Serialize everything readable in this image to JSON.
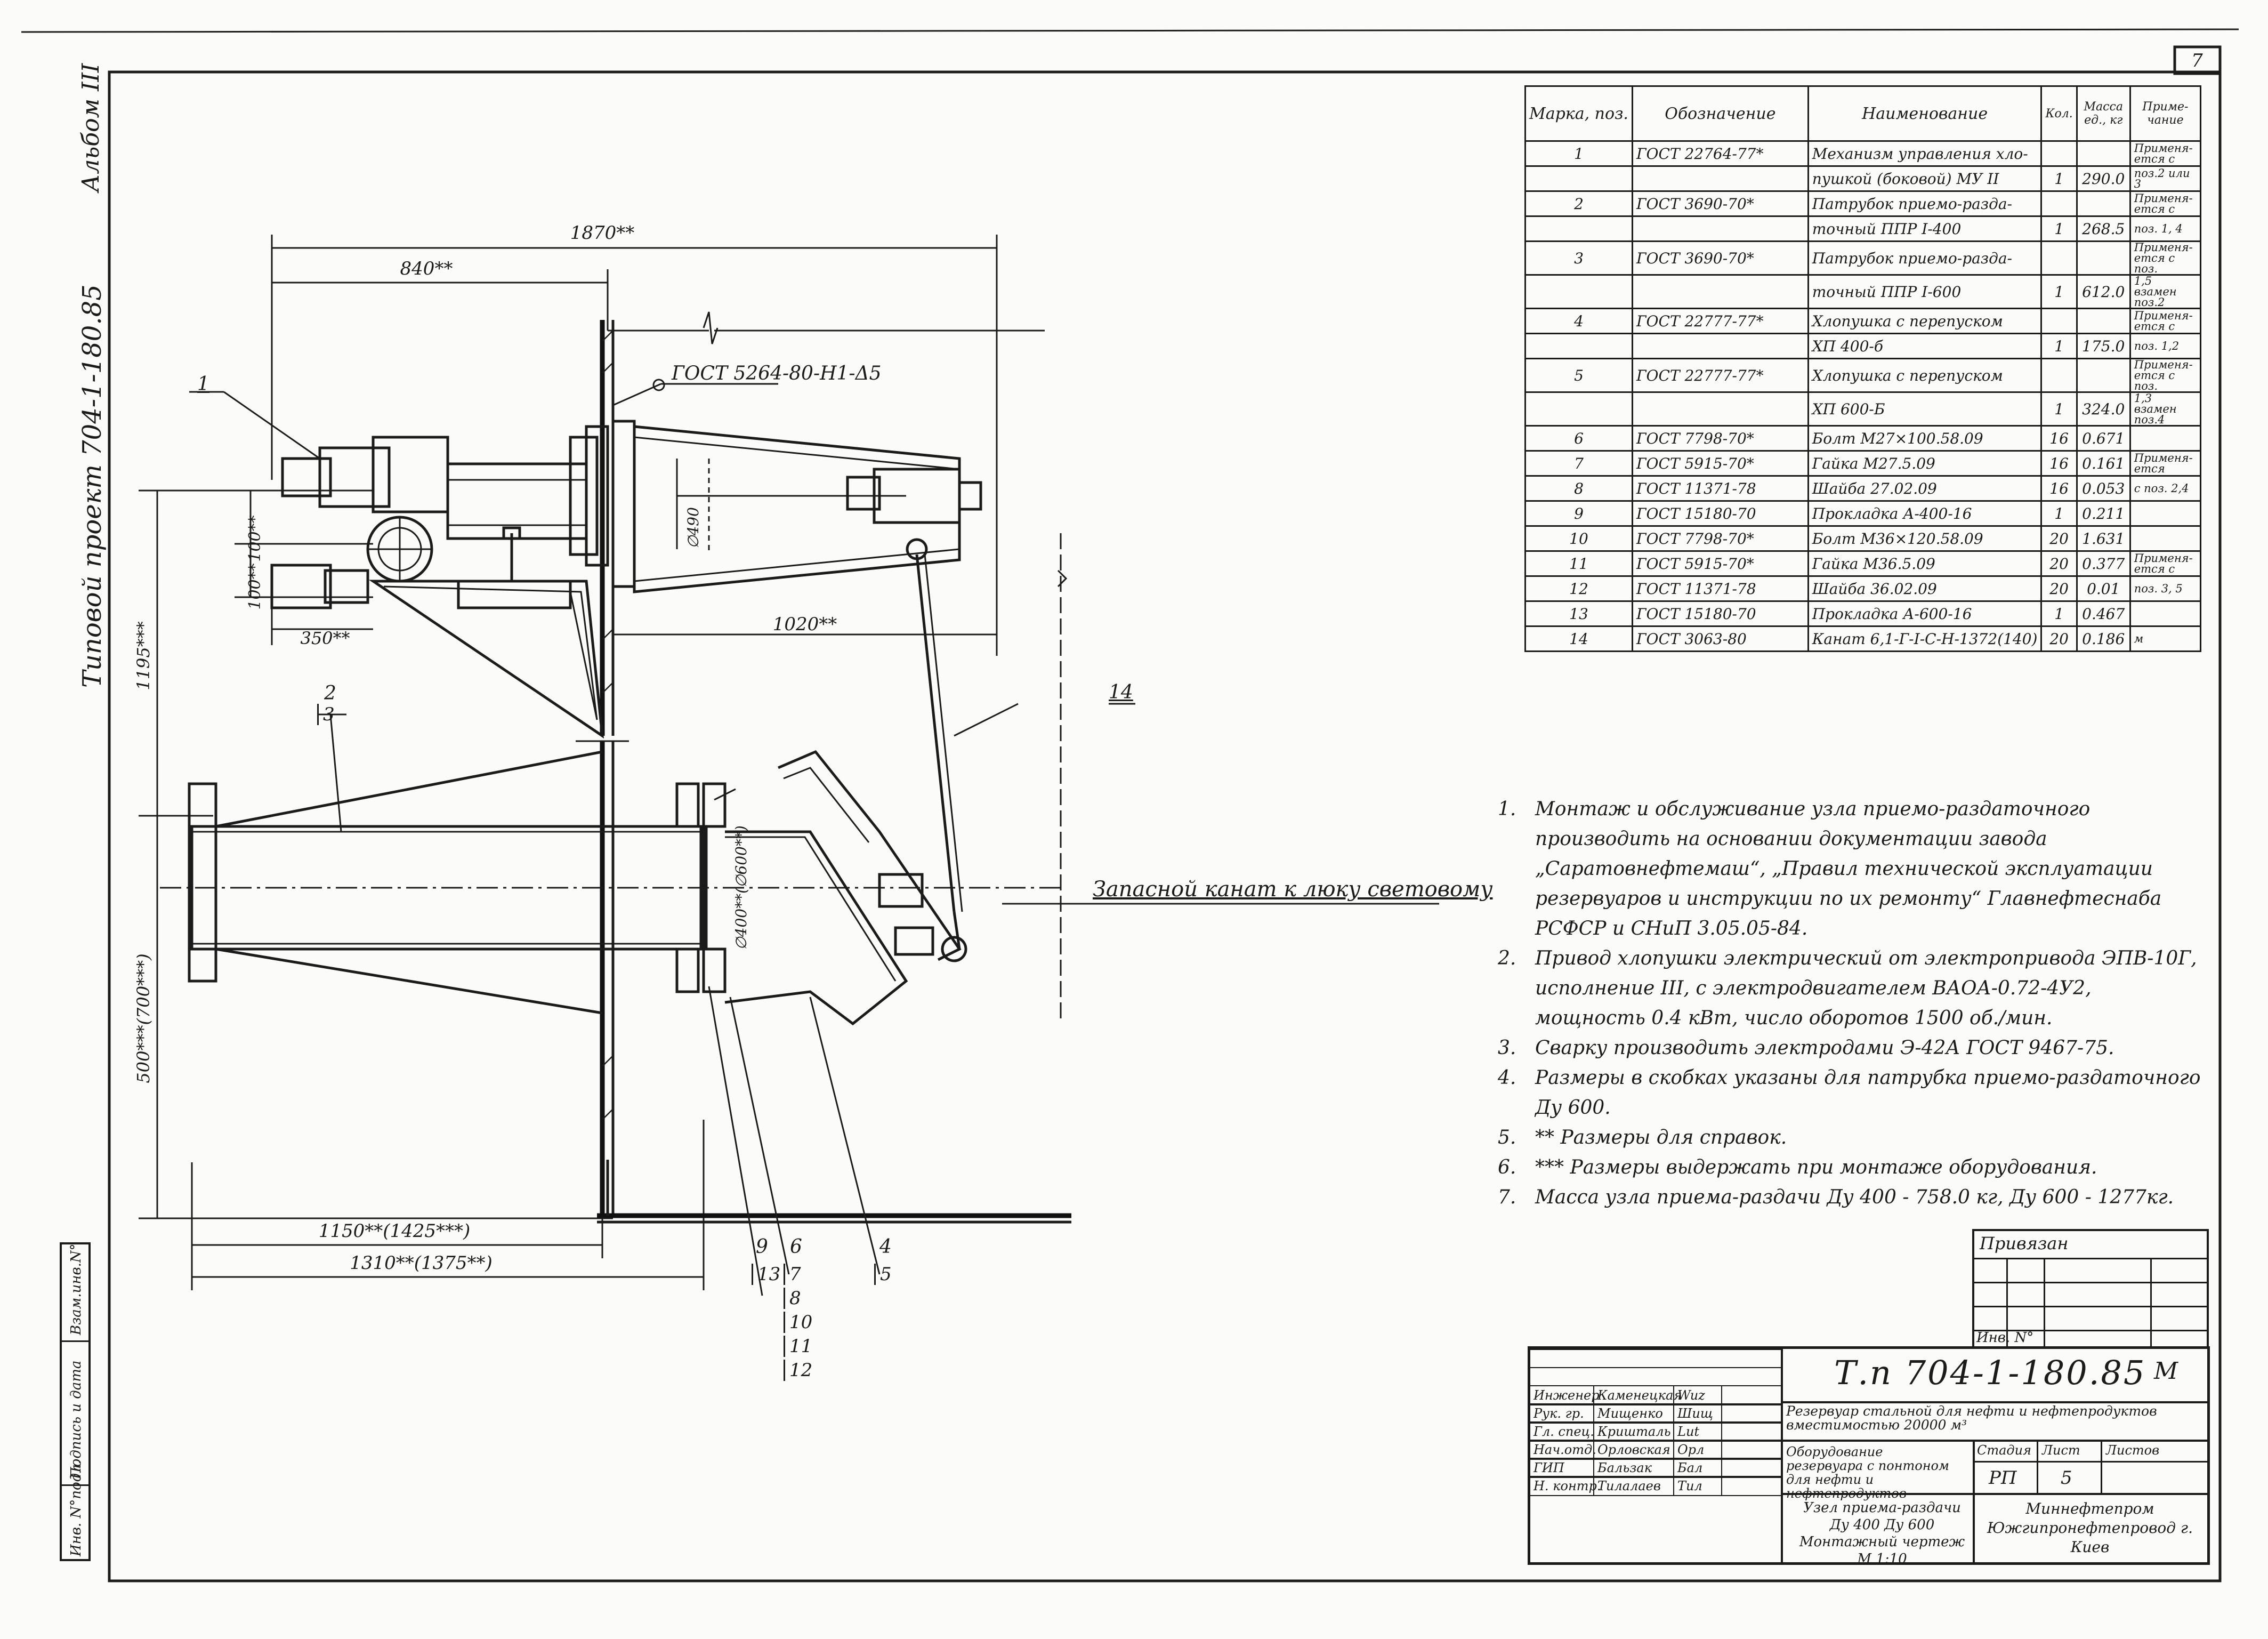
{
  "sheet_number": "7",
  "side_labels": {
    "album": "Альбом III",
    "project": "Типовой проект 704-1-180.85"
  },
  "drawing_labels": {
    "gost_weld": "ГОСТ 5264-80-Н1-Δ5",
    "spare_rope": "Запасной канат к люку световому",
    "callouts": [
      "1",
      "14",
      "2",
      "3",
      "9",
      "13",
      "6",
      "7",
      "8",
      "10",
      "11",
      "12",
      "4",
      "5"
    ]
  },
  "dimensions": {
    "d1870": "1870**",
    "d840": "840**",
    "d100a": "100**",
    "d100b": "100**",
    "d350": "350**",
    "d1020": "1020**",
    "d1195": "1195***",
    "d500": "500***(700***)",
    "d400": "∅400**(∅600**)",
    "d490": "∅490",
    "d1150": "1150**(1425***)",
    "d1310": "1310**(1375**)"
  },
  "spec_table": {
    "headers": [
      "Марка, поз.",
      "Обозначение",
      "Наименование",
      "Кол.",
      "Масса ед., кг",
      "Приме-чание"
    ],
    "rows": [
      [
        "1",
        "ГОСТ 22764-77*",
        "Механизм управления хло-",
        "",
        "",
        "Применя-ется с"
      ],
      [
        "",
        "",
        "пушкой (боковой) МУ II",
        "1",
        "290.0",
        "поз.2 или 3"
      ],
      [
        "2",
        "ГОСТ 3690-70*",
        "Патрубок приемо-разда-",
        "",
        "",
        "Применя-ется с"
      ],
      [
        "",
        "",
        "точный ППР I-400",
        "1",
        "268.5",
        "поз. 1, 4"
      ],
      [
        "3",
        "ГОСТ 3690-70*",
        "Патрубок приемо-разда-",
        "",
        "",
        "Применя-ется с поз."
      ],
      [
        "",
        "",
        "точный ППР I-600",
        "1",
        "612.0",
        "1,5 взамен поз.2"
      ],
      [
        "4",
        "ГОСТ 22777-77*",
        "Хлопушка с перепуском",
        "",
        "",
        "Применя-ется с"
      ],
      [
        "",
        "",
        "ХП 400-б",
        "1",
        "175.0",
        "поз. 1,2"
      ],
      [
        "5",
        "ГОСТ 22777-77*",
        "Хлопушка с перепуском",
        "",
        "",
        "Применя-ется с поз."
      ],
      [
        "",
        "",
        "ХП 600-Б",
        "1",
        "324.0",
        "1,3 взамен поз.4"
      ],
      [
        "6",
        "ГОСТ 7798-70*",
        "Болт М27×100.58.09",
        "16",
        "0.671",
        ""
      ],
      [
        "7",
        "ГОСТ 5915-70*",
        "Гайка М27.5.09",
        "16",
        "0.161",
        "Применя-ется"
      ],
      [
        "8",
        "ГОСТ 11371-78",
        "Шайба 27.02.09",
        "16",
        "0.053",
        "с поз. 2,4"
      ],
      [
        "9",
        "ГОСТ 15180-70",
        "Прокладка А-400-16",
        "1",
        "0.211",
        ""
      ],
      [
        "10",
        "ГОСТ 7798-70*",
        "Болт М36×120.58.09",
        "20",
        "1.631",
        ""
      ],
      [
        "11",
        "ГОСТ 5915-70*",
        "Гайка М36.5.09",
        "20",
        "0.377",
        "Применя-ется с"
      ],
      [
        "12",
        "ГОСТ 11371-78",
        "Шайба 36.02.09",
        "20",
        "0.01",
        "поз. 3, 5"
      ],
      [
        "13",
        "ГОСТ 15180-70",
        "Прокладка А-600-16",
        "1",
        "0.467",
        ""
      ],
      [
        "14",
        "ГОСТ 3063-80",
        "Канат 6,1-Г-I-С-Н-1372(140)",
        "20",
        "0.186",
        "м"
      ]
    ]
  },
  "notes": [
    {
      "num": "1.",
      "text": "Монтаж и обслуживание узла приемо-раздаточного производить на основании документации завода „Саратовнефтемаш“, „Правил технической эксплуатации резервуаров и инструкции по их ремонту“ Главнефтеснаба РСФСР и СНиП 3.05.05-84."
    },
    {
      "num": "2.",
      "text": "Привод хлопушки электрический от электропривода ЭПВ-10Г, исполнение III, с электродвигателем ВАОА-0.72-4У2, мощность 0.4 кВт, число оборотов 1500 об./мин."
    },
    {
      "num": "3.",
      "text": "Сварку производить электродами Э-42А ГОСТ 9467-75."
    },
    {
      "num": "4.",
      "text": "Размеры в скобках указаны для патрубка приемо-раздаточного Ду 600."
    },
    {
      "num": "5.",
      "text": "** Размеры для справок."
    },
    {
      "num": "6.",
      "text": "*** Размеры выдержать при монтаже оборудования."
    },
    {
      "num": "7.",
      "text": "Масса узла приема-раздачи Ду 400 - 758.0 кг, Ду 600 - 1277кг."
    }
  ],
  "binding": {
    "title": "Привязан",
    "inv": "Инв. N°"
  },
  "left_stamp": [
    "Инв. N°подл.",
    "Подпись и дата",
    "Взам.инв.N°"
  ],
  "title_block": {
    "doc_number": "Т.п 704-1-180.85",
    "doc_rev": "М",
    "roles": [
      {
        "role": "Инженер",
        "name": "Каменецкая",
        "sign": "Wuz"
      },
      {
        "role": "Рук. гр.",
        "name": "Мищенко",
        "sign": "Шищ"
      },
      {
        "role": "Гл. спец.",
        "name": "Кришталь",
        "sign": "Lut"
      },
      {
        "role": "Нач.отд.",
        "name": "Орловская",
        "sign": "Орл"
      },
      {
        "role": "ГИП",
        "name": "Бальзак",
        "sign": "Бал"
      },
      {
        "role": "Н. контр.",
        "name": "Тилалаев",
        "sign": "Тил"
      }
    ],
    "object": "Резервуар стальной для нефти и нефтепродуктов вместимостью 20000 м³",
    "section": "Оборудование резервуара с понтоном для нефти и нефтепродуктов",
    "sheet_title": "Узел приема-раздачи Ду 400 Ду 600 Монтажный чертеж М 1:10",
    "stage_label": "Стадия",
    "sheet_label": "Лист",
    "sheets_label": "Листов",
    "stage": "РП",
    "sheet": "5",
    "org": "Миннефтепром Южгипронефтепровод г. Киев"
  }
}
